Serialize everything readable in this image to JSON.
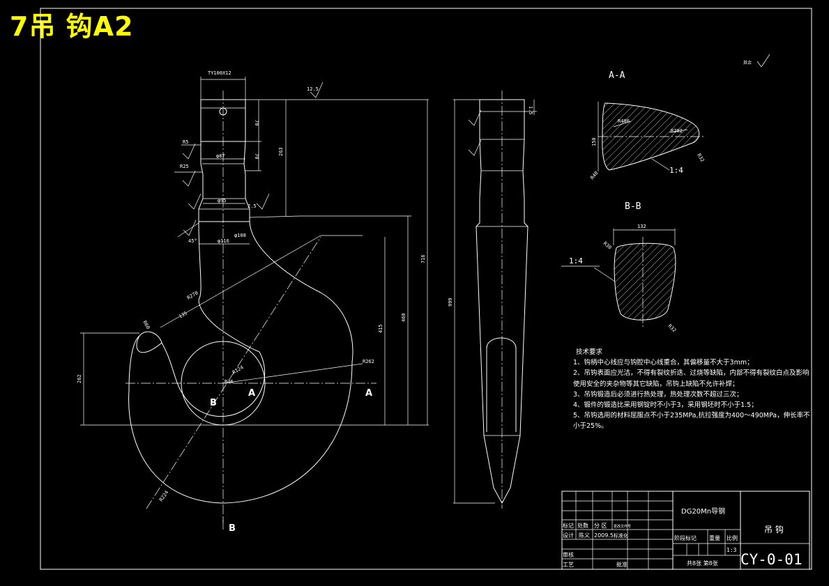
{
  "title": "7吊 钩A2",
  "views": {
    "section_aa_label": "A-A",
    "section_bb_label": "B-B",
    "cut_a": "A",
    "cut_b": "B"
  },
  "dimensions": {
    "thread": "TY100X12",
    "d87": "φ87",
    "d95": "φ95",
    "d116": "φ116",
    "d108": "φ108",
    "r5": "R5",
    "r25": "R25",
    "r270": "R270",
    "r262": "R262",
    "r224": "R224",
    "r36": "R36",
    "r124": "R124",
    "r60": "R60",
    "len_135": "135",
    "len_70a": "70",
    "len_70b": "70",
    "len_263": "263",
    "len_716": "716",
    "len_460": "460",
    "len_415": "415",
    "len_999": "999",
    "len_262": "262",
    "chamfer_2_5": "2.5",
    "chamfer_1_5": "1.5",
    "angle_45": "45°",
    "sec_r400": "R400",
    "sec_r202": "R202",
    "sec_r32": "R32",
    "sec_r40": "R40",
    "sec_150": "150",
    "taper": "1:4",
    "sec_132": "132",
    "sec_r30": "R30",
    "sec_r32b": "R32",
    "rough_12_5": "12.5",
    "rough_other": "其余"
  },
  "notes": {
    "heading": "技术要求",
    "items": [
      "1、钩柄中心线应与钩腔中心线重合，其偏移量不大于3mm；",
      "2、吊钩表面应光洁，不得有裂纹折迭、过烧等缺陷，内部不得有裂纹白点及影响使用安全的夹杂物等其它缺陷，吊钩上缺陷不允许补焊；",
      "3、吊钩锻造后必须进行热处理，热处理次数不超过三次；",
      "4、锻件的锻造比采用钢锭时不小于3，采用钢坯时不小于1.5；",
      "5、吊钩选用的材料屈服点不小于235MPa,抗拉强度为400～490MPa，伸长率不小于25%。"
    ]
  },
  "title_block": {
    "material": "DG20Mn导钢",
    "part_name": "吊 钩",
    "drawing_no": "CY-0-01",
    "scale": "1:3",
    "sheets": "共8张 第8张",
    "stage_mark": "阶段标记",
    "weight": "重量",
    "scale_label": "比例",
    "mark": "标记",
    "count": "处数",
    "zone": "分 区",
    "change_doc": "更改文件号",
    "designer_label": "设计",
    "designer": "陈义",
    "date": "2009.5",
    "std": "标准化",
    "review": "审核",
    "process": "工艺",
    "approve": "批准"
  }
}
